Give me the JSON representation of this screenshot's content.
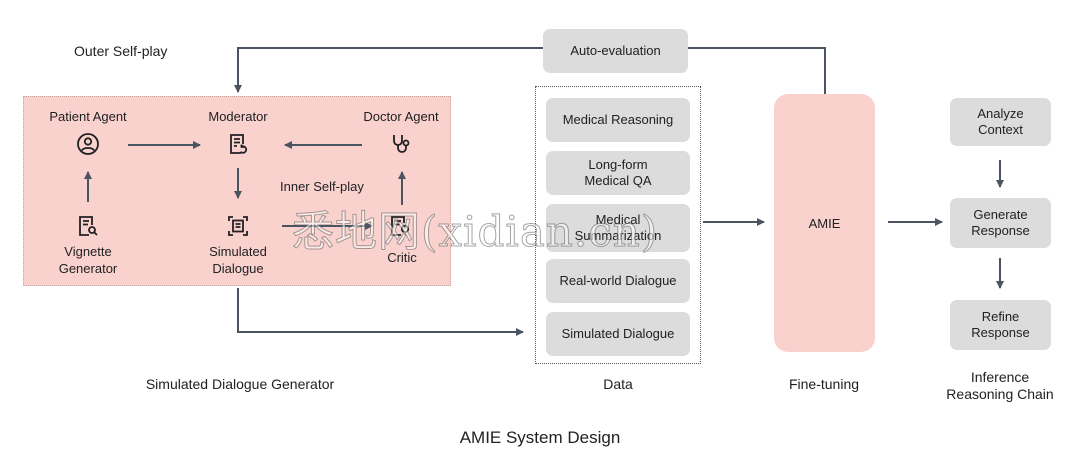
{
  "outer_label": "Outer Self-play",
  "inner_label": "Inner Self-play",
  "generator": {
    "caption": "Simulated Dialogue Generator",
    "patient_agent": "Patient Agent",
    "moderator": "Moderator",
    "doctor_agent": "Doctor Agent",
    "vignette_generator": "Vignette\nGenerator",
    "simulated_dialogue": "Simulated\nDialogue",
    "critic": "Critic"
  },
  "auto_evaluation": "Auto-evaluation",
  "data": {
    "caption": "Data",
    "items": [
      "Medical Reasoning",
      "Long-form\nMedical QA",
      "Medical\nSummarization",
      "Real-world Dialogue",
      "Simulated Dialogue"
    ]
  },
  "finetuning": {
    "model": "AMIE",
    "caption": "Fine-tuning"
  },
  "inference": {
    "caption": "Inference\nReasoning Chain",
    "steps": [
      "Analyze\nContext",
      "Generate\nResponse",
      "Refine\nResponse"
    ]
  },
  "title": "AMIE System Design",
  "watermark": "悉地网(xidian.cn)",
  "colors": {
    "accent_pink": "#fad2cd",
    "box_gray": "#dcdcdc",
    "arrow": "#4a5561"
  },
  "icons": {
    "patient": "person-circle-icon",
    "moderator": "document-refresh-icon",
    "doctor": "stethoscope-icon",
    "vignette": "document-search-icon",
    "dialogue": "transcript-frame-icon",
    "critic": "document-edit-icon"
  }
}
